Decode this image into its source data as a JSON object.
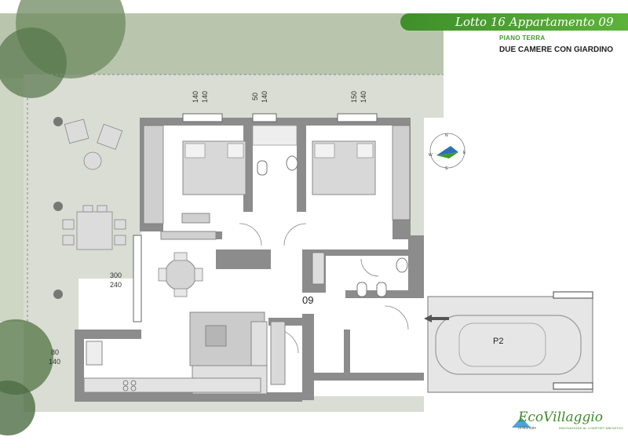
{
  "header": {
    "title": "Lotto  16 Appartamento 09",
    "floor": "PIANO  TERRA",
    "type": "DUE CAMERE CON  GIARDINO"
  },
  "dimensions": {
    "d1_top": "140",
    "d1_bottom": "140",
    "d2_top": "50",
    "d2_bottom": "140",
    "d3_top": "150",
    "d3_bottom": "140",
    "d4_top": "300",
    "d4_bottom": "240",
    "d5_top": "80",
    "d5_bottom": "140"
  },
  "labels": {
    "unit": "09",
    "parking": "P2"
  },
  "compass": {
    "n": "N",
    "s": "S",
    "e": "E",
    "w": "W"
  },
  "logo": {
    "eco": "Eco",
    "villaggio": "Villaggio",
    "sub": "di Montale",
    "tagline": "INNOVAZIONE AL COMFORT ABITATIVO"
  },
  "colors": {
    "accent": "#4a9f31",
    "wall": "#8c8c8c",
    "garden": "#c7d2bf"
  }
}
